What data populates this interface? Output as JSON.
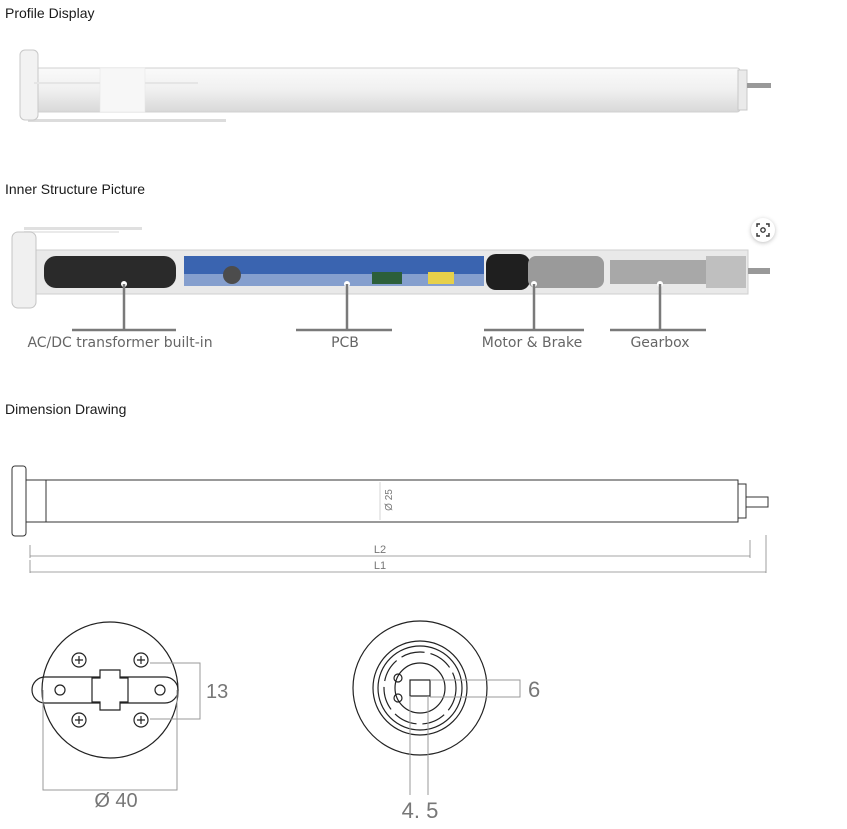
{
  "sections": {
    "profile": {
      "title": "Profile Display"
    },
    "structure": {
      "title": "Inner Structure Picture"
    },
    "dimension": {
      "title": "Dimension Drawing"
    }
  },
  "structure_labels": {
    "transformer": "AC/DC transformer built-in",
    "pcb": "PCB",
    "motor": "Motor & Brake",
    "gearbox": "Gearbox"
  },
  "dimensions": {
    "diameter_tube": "Ø 25",
    "l2": "L2",
    "l1": "L1",
    "head_height": "13",
    "head_diameter": "Ø 40",
    "shaft_width": "6",
    "shaft_flat": "4. 5"
  },
  "icons": {
    "visual_search": "scan-icon"
  }
}
